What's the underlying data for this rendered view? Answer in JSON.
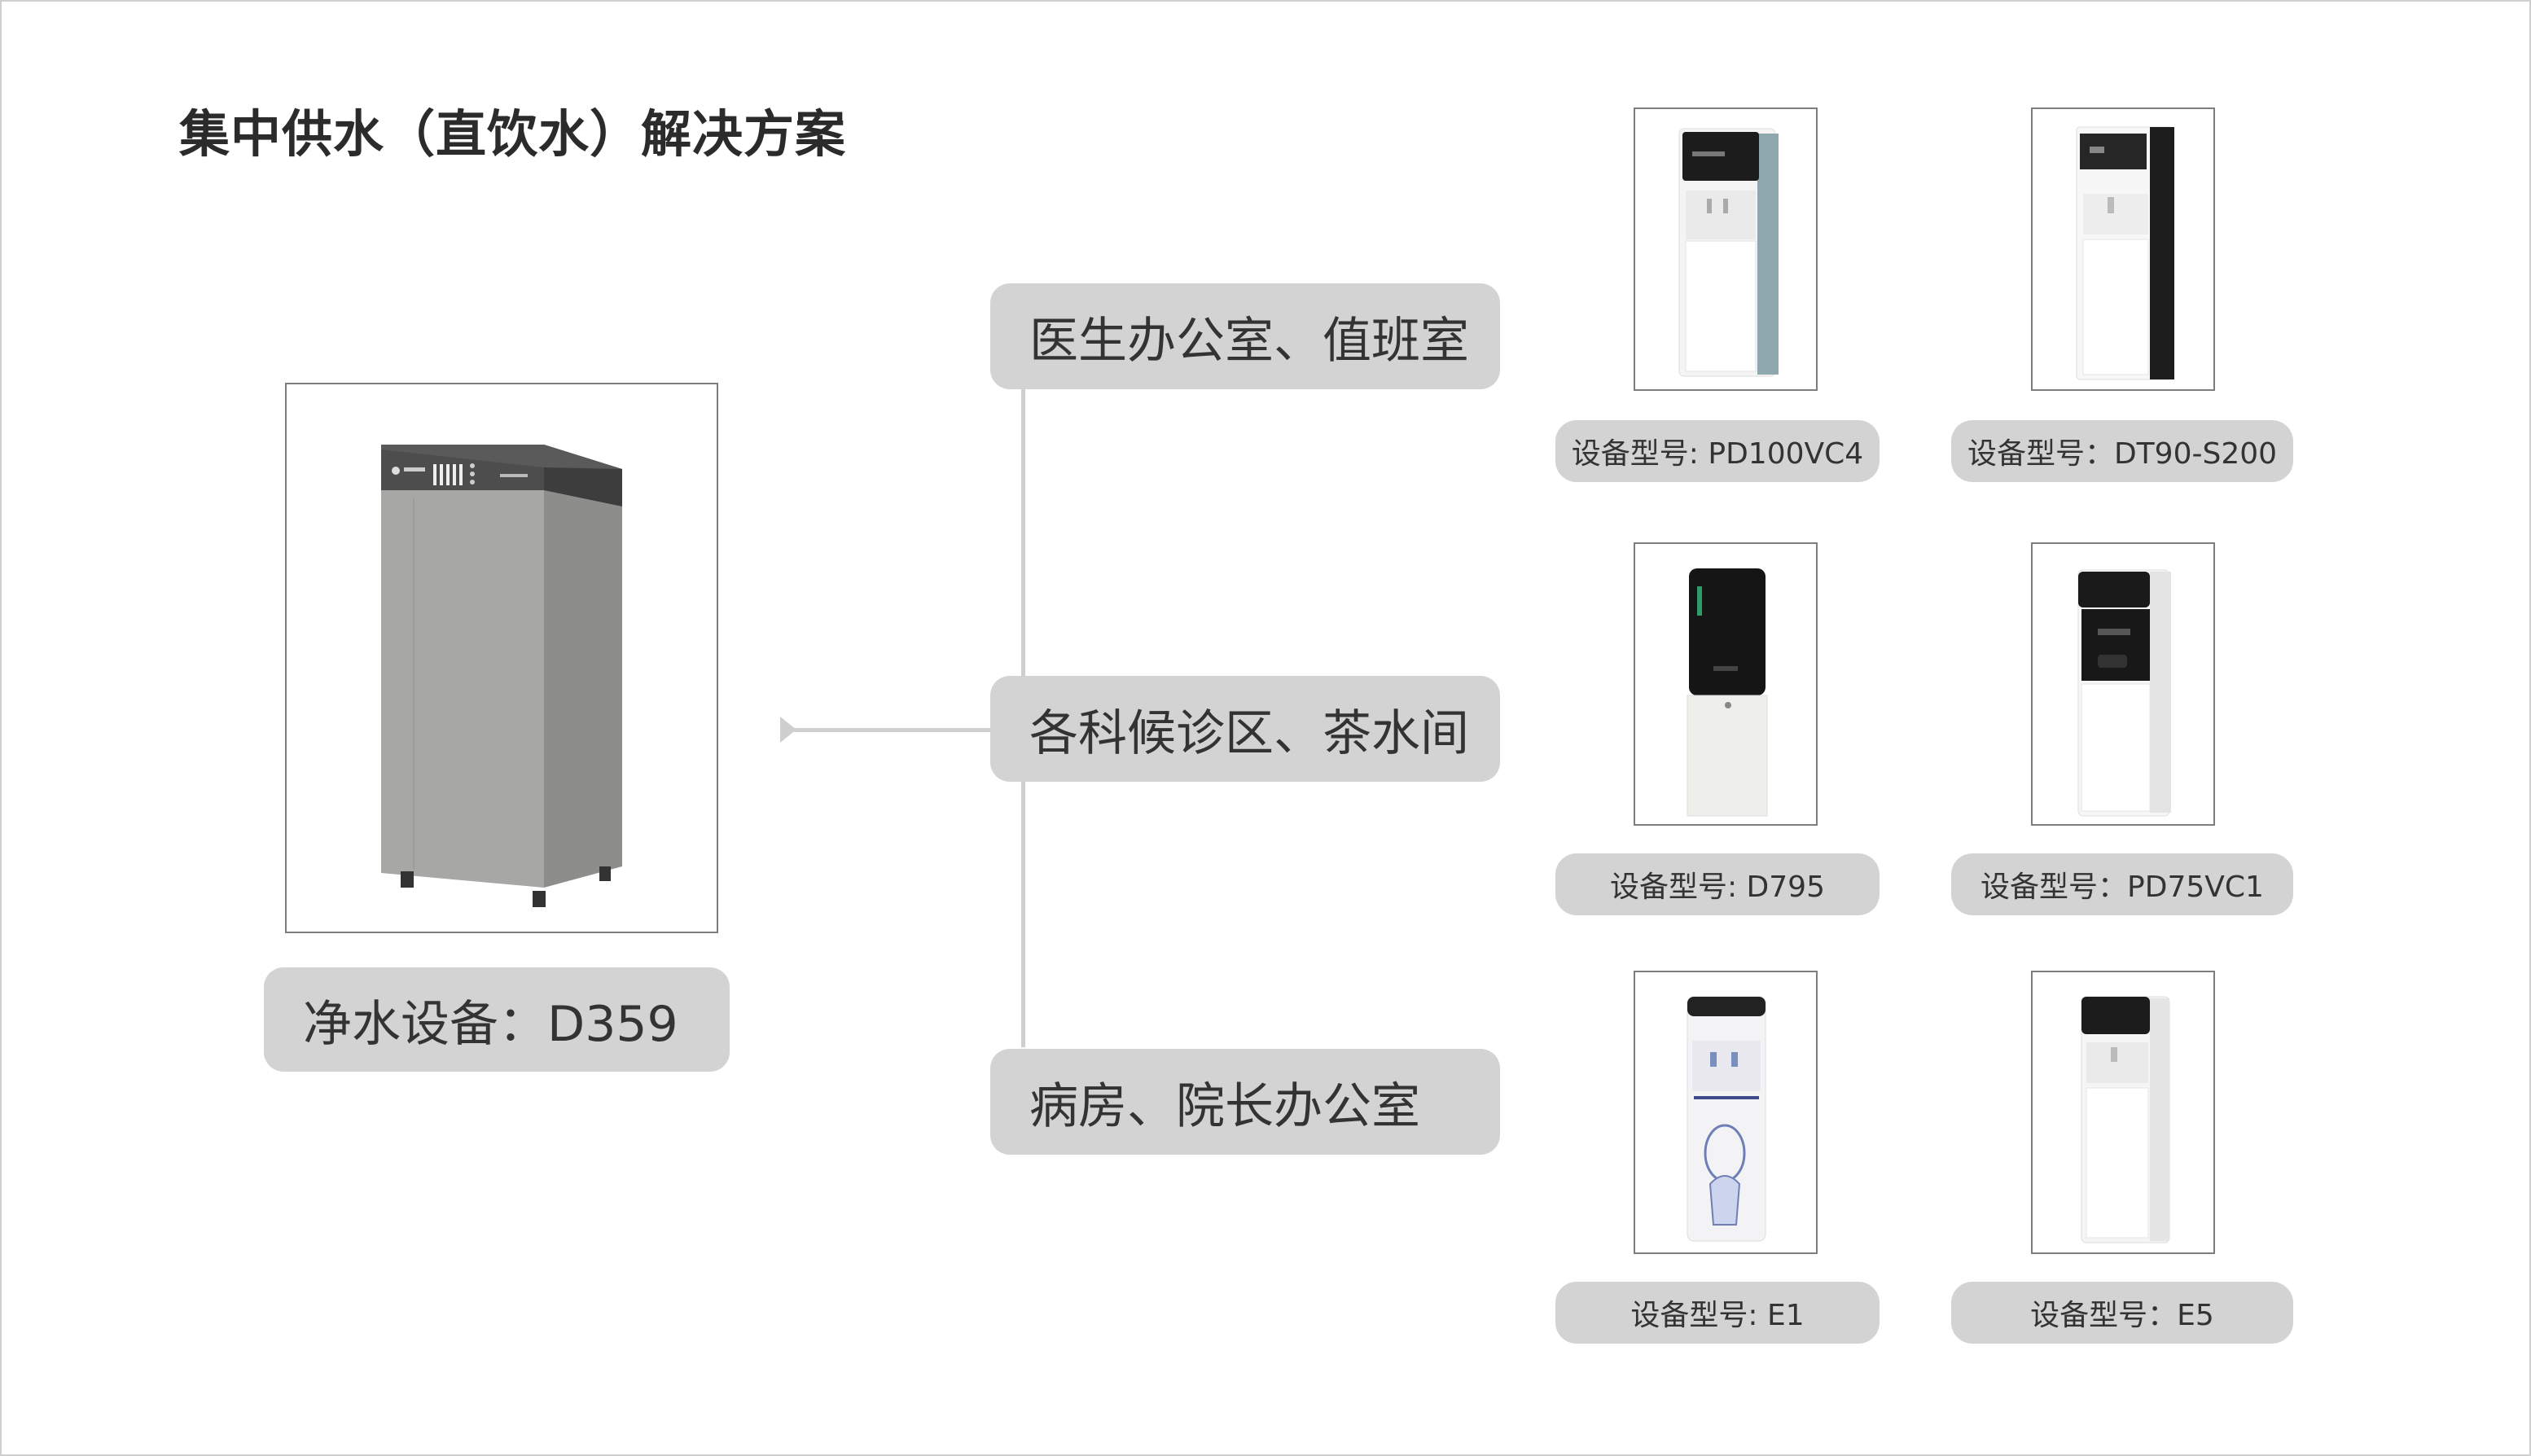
{
  "title": "集中供水（直饮水）解决方案",
  "main_device": {
    "label": "净水设备：D359",
    "image": "purifier-cabinet-image"
  },
  "locations": [
    {
      "label": "医生办公室、值班室"
    },
    {
      "label": "各科候诊区、茶水间"
    },
    {
      "label": "病房、院长办公室"
    }
  ],
  "products": [
    {
      "label": "设备型号: PD100VC4",
      "image": "water-dispenser-image"
    },
    {
      "label": "设备型号：DT90-S200",
      "image": "water-dispenser-image"
    },
    {
      "label": "设备型号: D795",
      "image": "water-dispenser-image"
    },
    {
      "label": "设备型号：PD75VC1",
      "image": "water-dispenser-image"
    },
    {
      "label": "设备型号: E1",
      "image": "water-dispenser-image"
    },
    {
      "label": "设备型号：E5",
      "image": "water-dispenser-image"
    }
  ],
  "colors": {
    "pill_bg": "#d3d3d3",
    "connector": "#cfcfcf",
    "text": "#333333"
  }
}
